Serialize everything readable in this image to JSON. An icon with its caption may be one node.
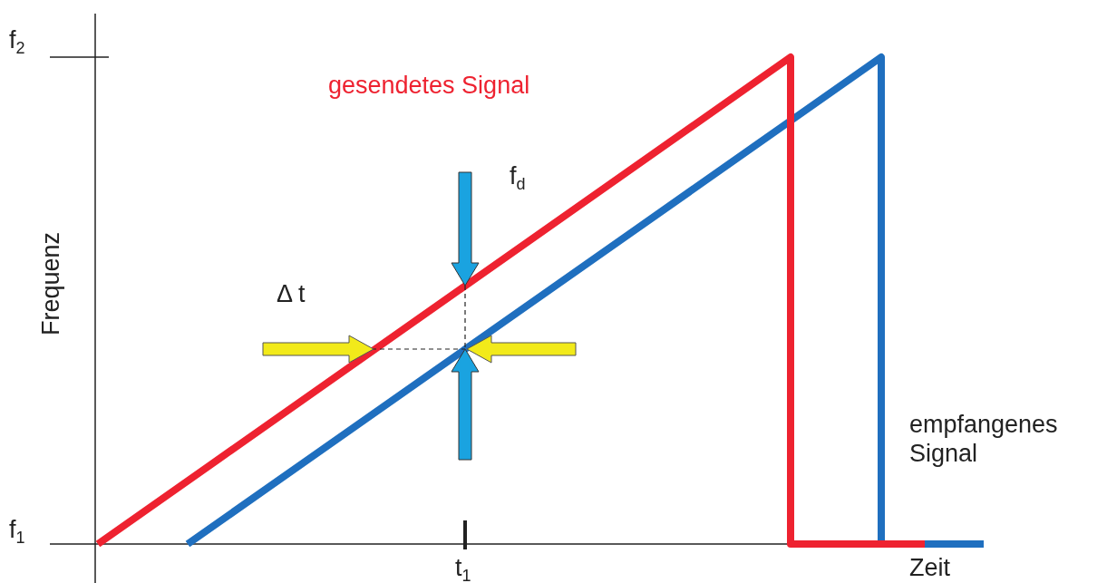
{
  "diagram": {
    "labels": [
      "f$_{2}$",
      "gesendetes Signal",
      "f$_{d}$",
      "Frequenz",
      "Δ t",
      "empfangenes Signal",
      "f$_{1}$",
      "t$_{1}$",
      "Zeit"
    ]
  }
}
